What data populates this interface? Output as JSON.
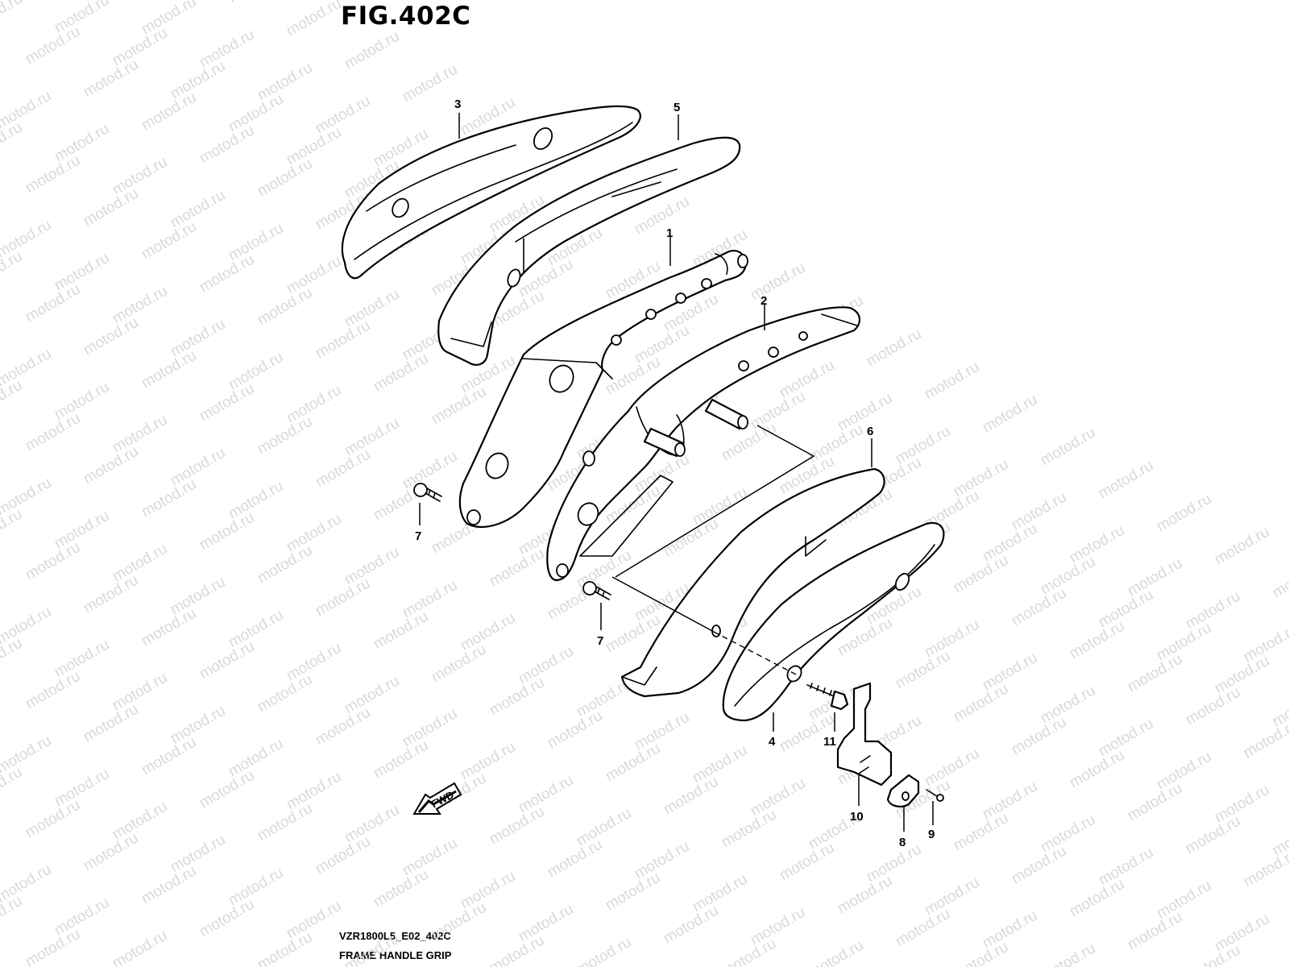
{
  "figure": {
    "title": "FIG.402C",
    "model_code": "VZR1800L5_E02_402C",
    "name": "FRAME HANDLE GRIP"
  },
  "watermark": "motod.ru",
  "fwd_label": "FWD",
  "callouts": [
    "1",
    "2",
    "3",
    "4",
    "5",
    "6",
    "7",
    "7",
    "8",
    "9",
    "10",
    "11"
  ]
}
